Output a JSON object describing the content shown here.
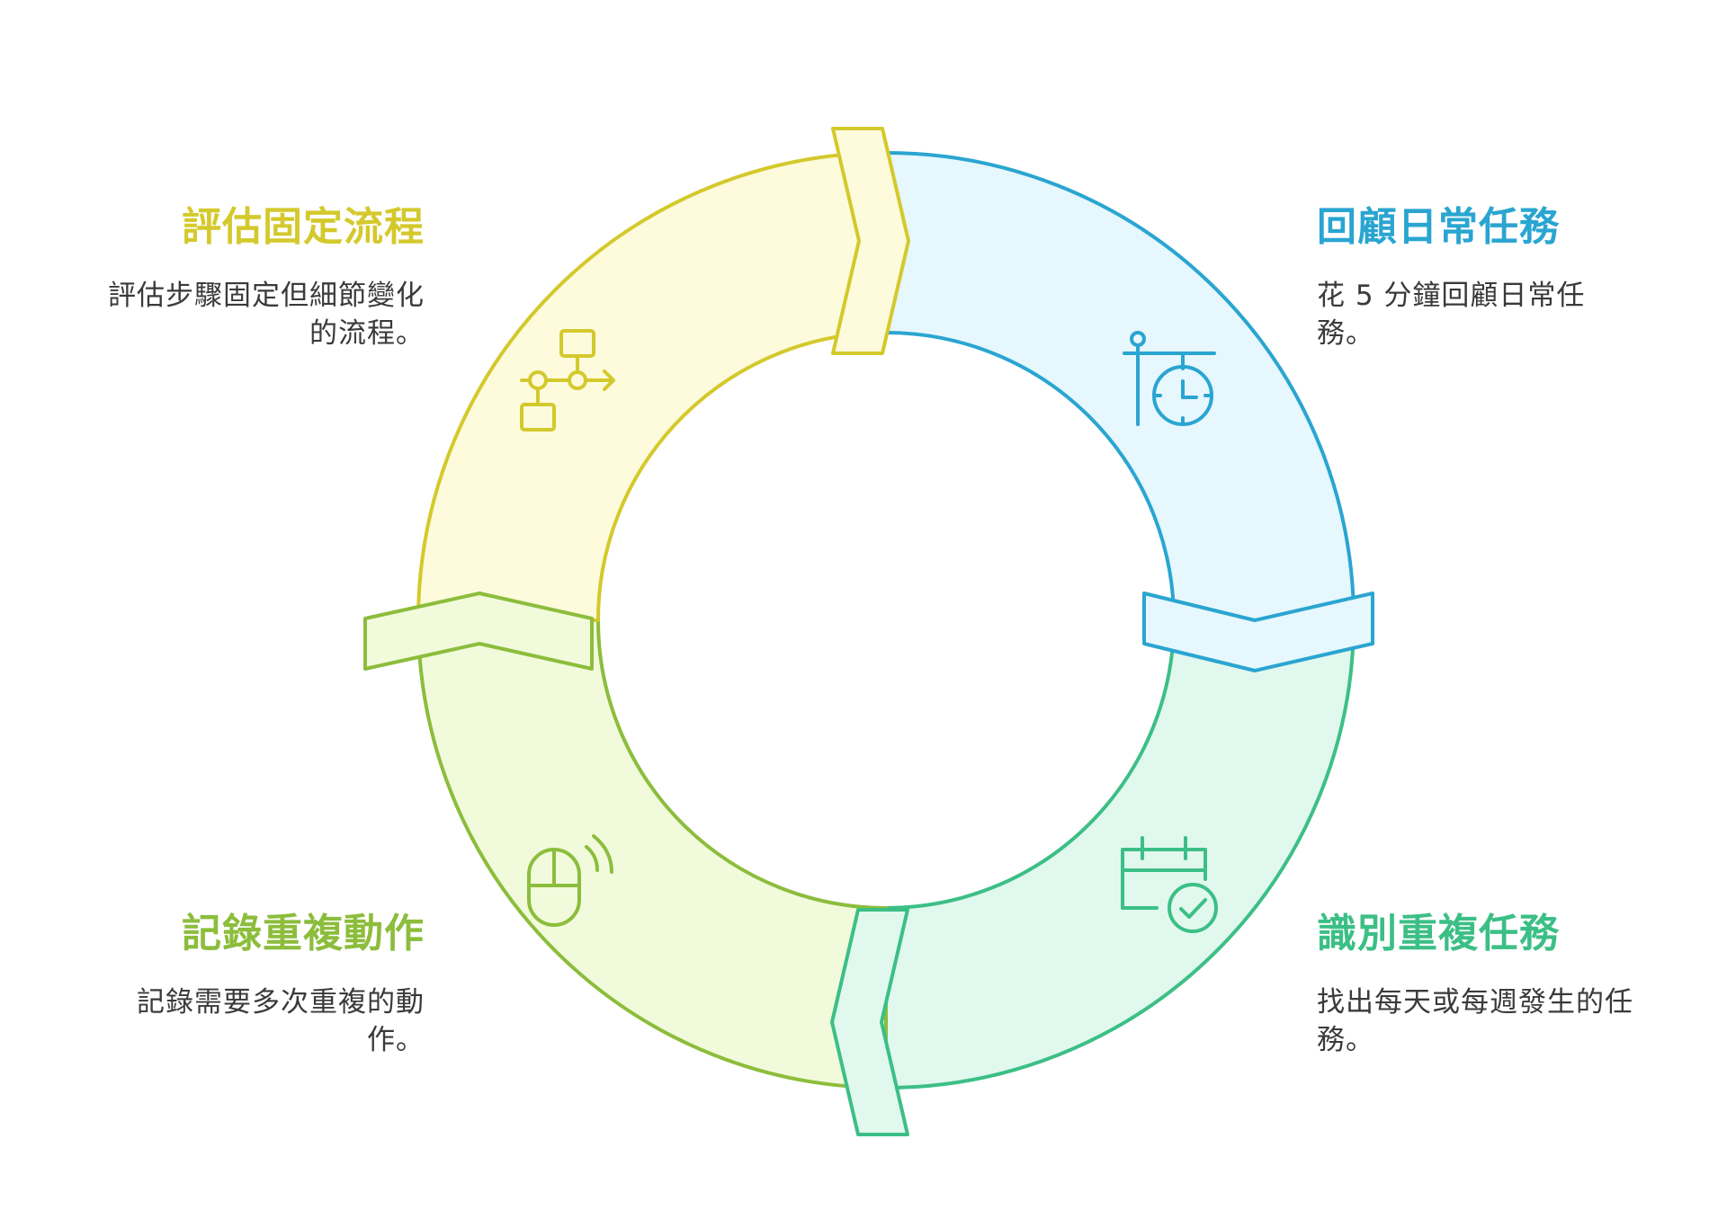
{
  "steps": {
    "review": {
      "title": "回顧日常任務",
      "description": "花 5 分鐘回顧日常任務。",
      "color": "#2aa5d1",
      "fill": "#e6f7fd",
      "icon": "clock-signpost-icon"
    },
    "identify": {
      "title": "識別重複任務",
      "description": "找出每天或每週發生的任務。",
      "color": "#3cbf86",
      "fill": "#e1f8ee",
      "icon": "calendar-check-icon"
    },
    "record": {
      "title": "記錄重複動作",
      "description": "記錄需要多次重複的動作。",
      "color": "#8cbd3c",
      "fill": "#f1fbdc",
      "icon": "mouse-click-icon"
    },
    "evaluate": {
      "title": "評估固定流程",
      "description": "評估步驟固定但細節變化的流程。",
      "color": "#d4c92c",
      "fill": "#fdfbdc",
      "icon": "flowchart-icon"
    }
  }
}
